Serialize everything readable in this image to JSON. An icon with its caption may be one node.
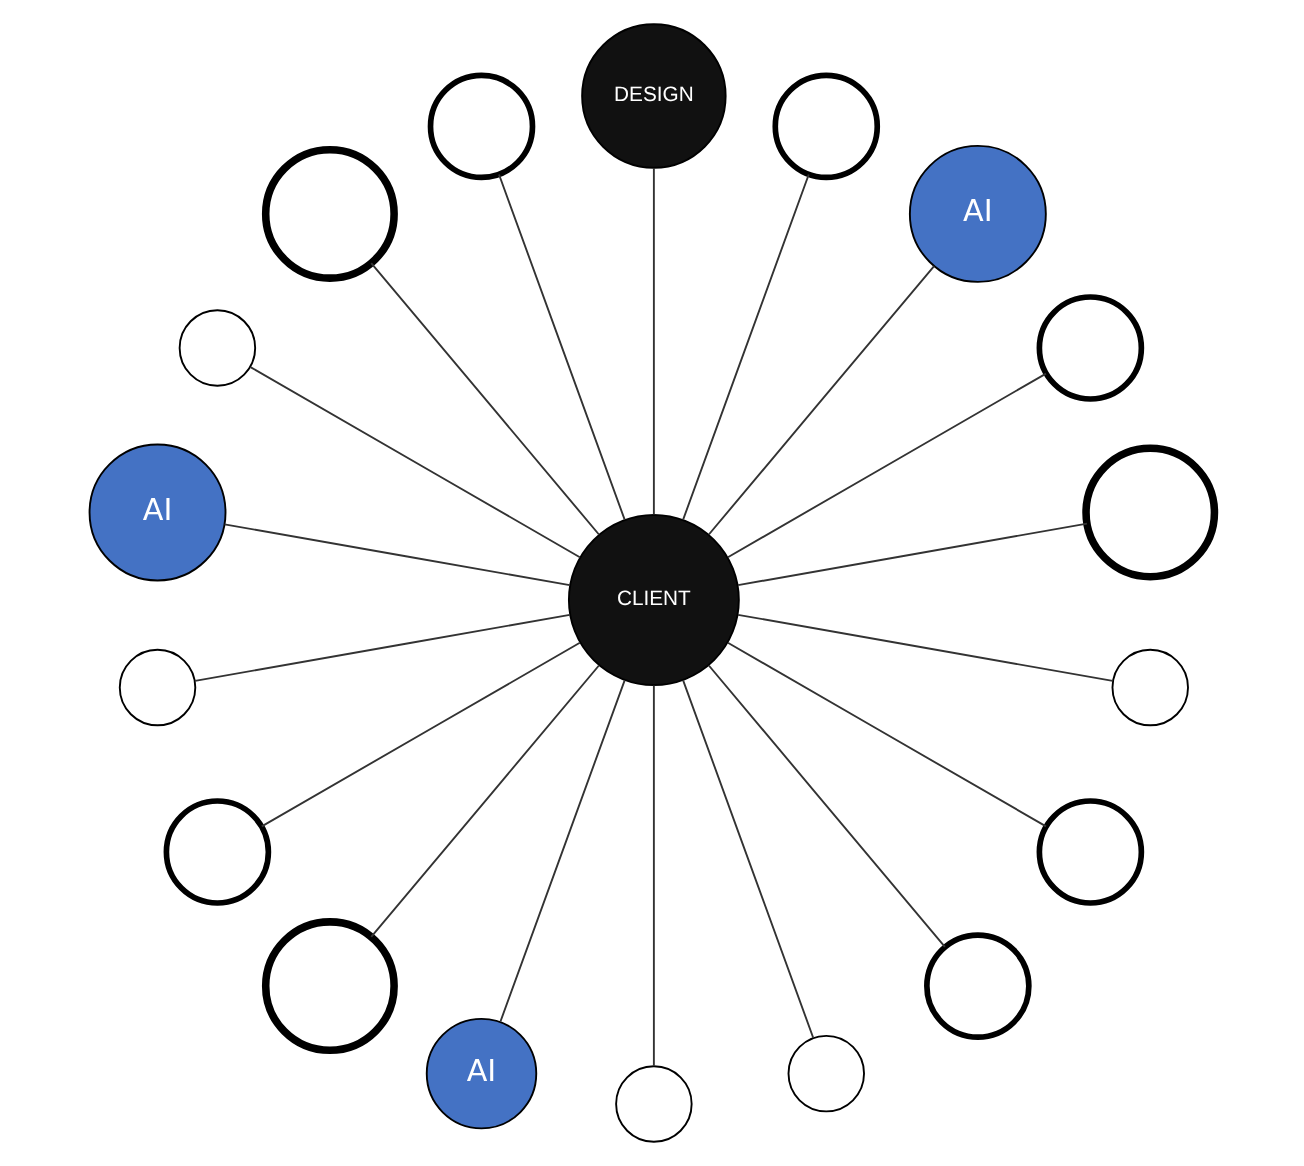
{
  "diagram": {
    "nodes": [
      {
        "text": [
          "CLIENT"
        ]
      },
      {
        "text": [],
        "shape": "circle"
      },
      {
        "text": [],
        "shape": "circle"
      },
      {
        "text": [
          "AI"
        ]
      },
      {
        "text": [],
        "shape": "circle"
      },
      {
        "text": [
          "DESIGN"
        ]
      },
      {
        "text": [],
        "shape": "circle"
      },
      {
        "text": [],
        "shape": "circle"
      },
      {
        "text": [],
        "shape": "circle"
      },
      {
        "text": [
          "AI"
        ]
      },
      {
        "text": [],
        "shape": "circle"
      },
      {
        "text": [],
        "shape": "circle"
      },
      {
        "text": [],
        "shape": "circle"
      },
      {
        "text": [
          "AI"
        ]
      },
      {
        "text": [],
        "shape": "circle"
      },
      {
        "text": [],
        "shape": "circle"
      },
      {
        "text": [],
        "shape": "circle"
      },
      {
        "text": [],
        "shape": "circle"
      },
      {
        "text": [],
        "shape": "circle"
      }
    ],
    "edges": [
      {
        "from": 0,
        "to": 1,
        "arrow": "none"
      },
      {
        "from": 0,
        "to": 2,
        "arrow": "none"
      },
      {
        "from": 0,
        "to": 3,
        "arrow": "none"
      },
      {
        "from": 0,
        "to": 4,
        "arrow": "none"
      },
      {
        "from": 0,
        "to": 5,
        "arrow": "none"
      },
      {
        "from": 0,
        "to": 6,
        "arrow": "none"
      },
      {
        "from": 0,
        "to": 7,
        "arrow": "none"
      },
      {
        "from": 0,
        "to": 8,
        "arrow": "none"
      },
      {
        "from": 0,
        "to": 9,
        "arrow": "none"
      },
      {
        "from": 0,
        "to": 10,
        "arrow": "none"
      },
      {
        "from": 0,
        "to": 11,
        "arrow": "none"
      },
      {
        "from": 0,
        "to": 12,
        "arrow": "none"
      },
      {
        "from": 0,
        "to": 13,
        "arrow": "none"
      },
      {
        "from": 0,
        "to": 14,
        "arrow": "none"
      },
      {
        "from": 0,
        "to": 15,
        "arrow": "none"
      },
      {
        "from": 0,
        "to": 16,
        "arrow": "none"
      },
      {
        "from": 0,
        "to": 17,
        "arrow": "none"
      },
      {
        "from": 0,
        "to": 18,
        "arrow": "none"
      }
    ]
  }
}
